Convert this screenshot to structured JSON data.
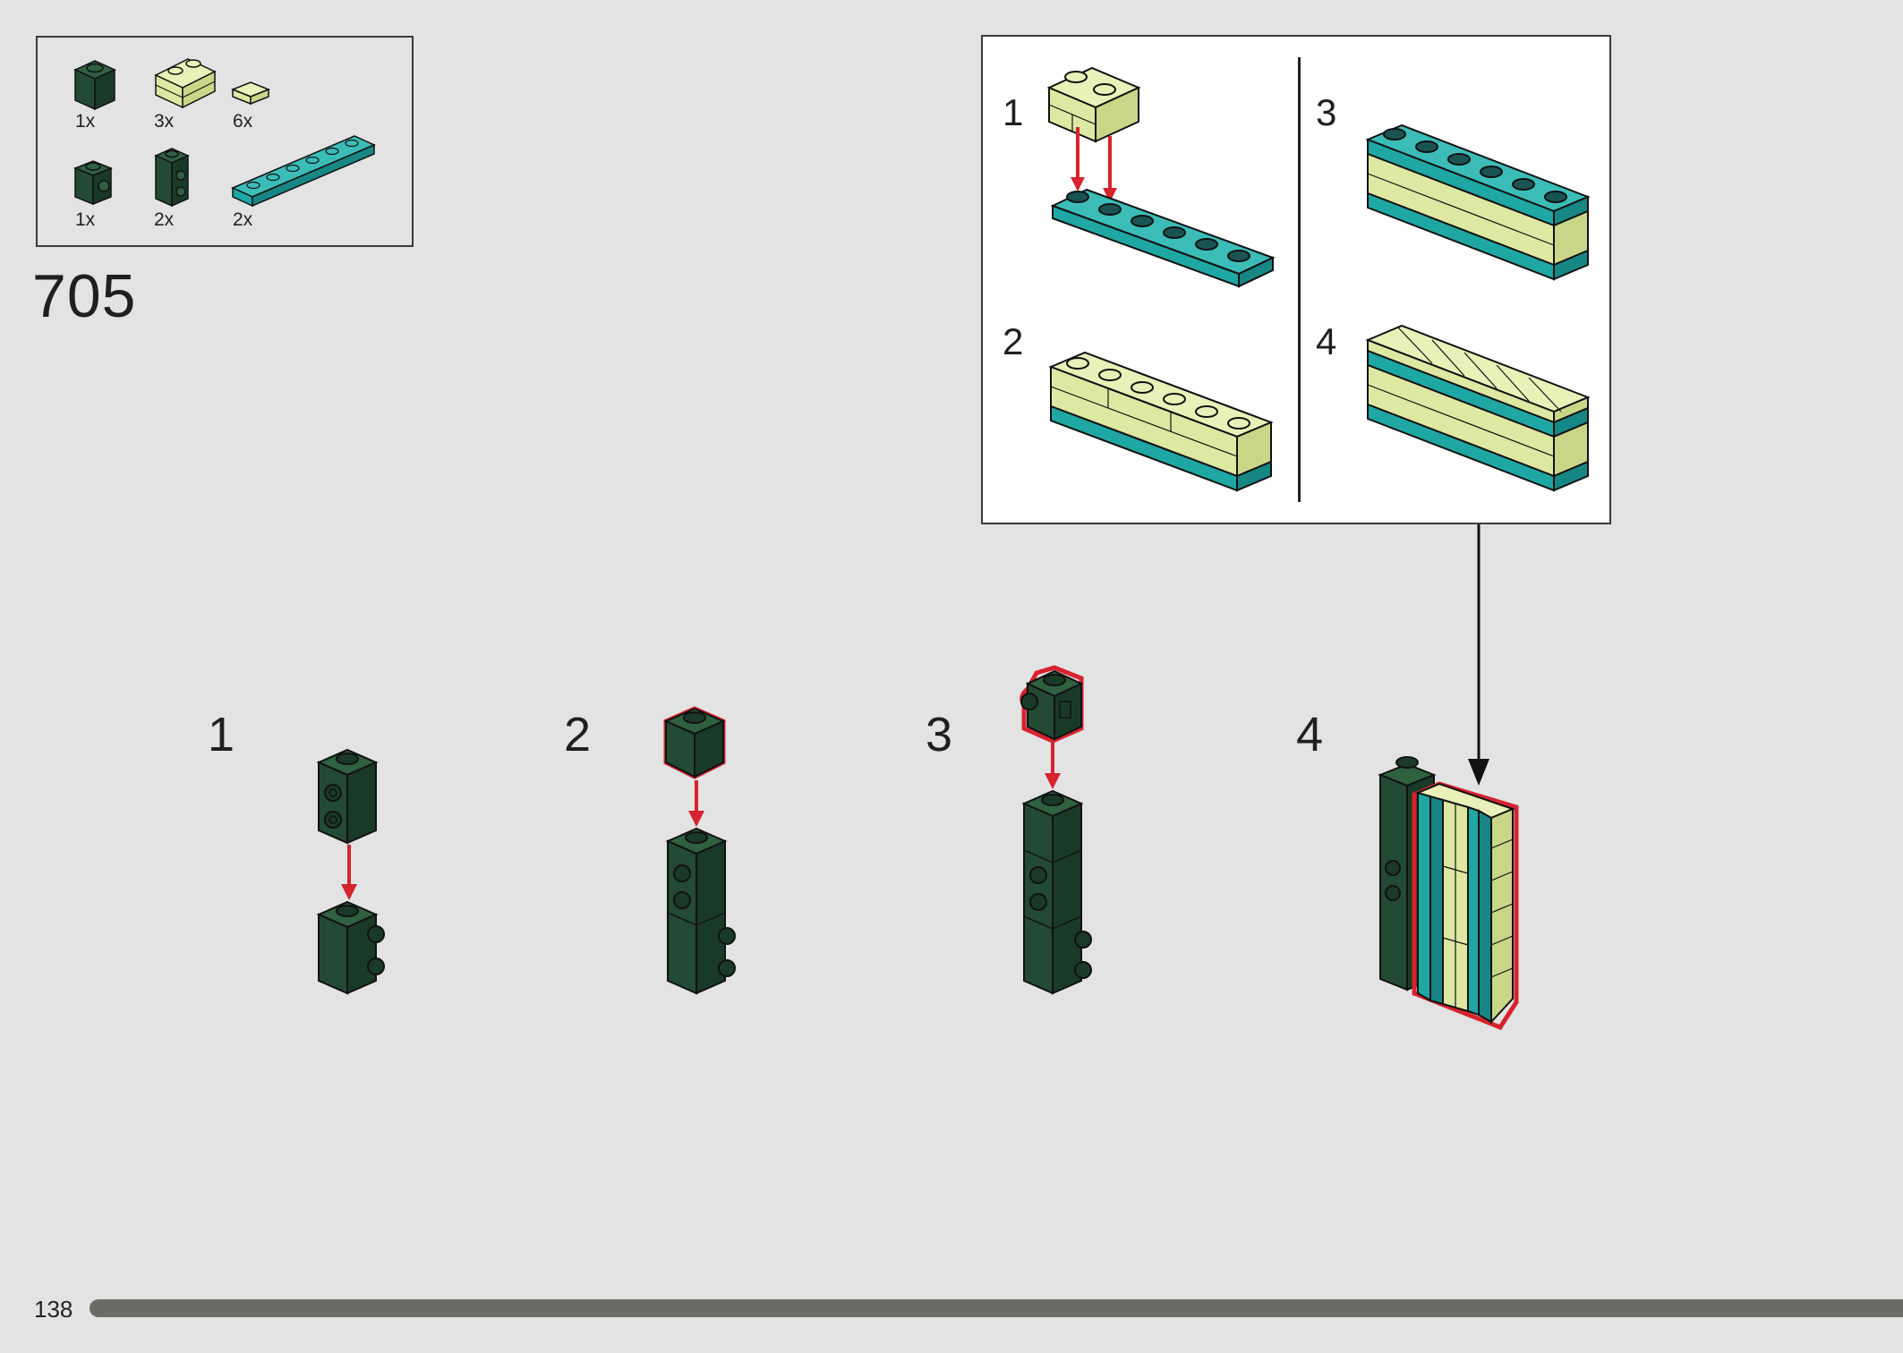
{
  "page": {
    "number": "138",
    "step": "705"
  },
  "parts": [
    {
      "qty": "1x",
      "name": "brick-1x1-dark-green"
    },
    {
      "qty": "3x",
      "name": "masonry-brick-1x2-yellowish-green"
    },
    {
      "qty": "6x",
      "name": "tile-1x1-yellowish-green"
    },
    {
      "qty": "1x",
      "name": "brick-1x1-side-stud-dark-green"
    },
    {
      "qty": "2x",
      "name": "brick-1x1-two-side-studs-dark-green"
    },
    {
      "qty": "2x",
      "name": "plate-1x6-teal"
    }
  ],
  "callout": {
    "substeps": [
      "1",
      "2",
      "3",
      "4"
    ]
  },
  "steps": [
    "1",
    "2",
    "3",
    "4"
  ],
  "colors": {
    "background": "#e3e3e3",
    "dark_green": "#234a33",
    "yellowish_green": "#dde8a2",
    "teal": "#1ea7a3",
    "arrow_red": "#d6232e",
    "progress": "#6c6b66"
  }
}
